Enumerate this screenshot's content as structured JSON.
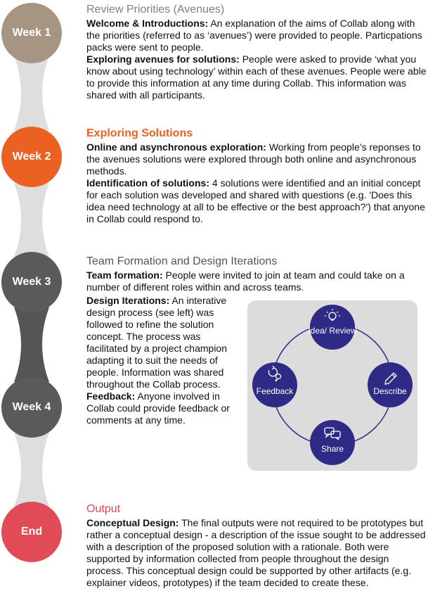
{
  "colors": {
    "week1": "#a79584",
    "week2": "#eb6124",
    "week3": "#5a5a5a",
    "week4": "#5a5a5a",
    "end": "#e14a57",
    "connector_light": "#dedede",
    "connector_dark": "#555555",
    "title_gray": "#808080",
    "title_orange": "#eb6124",
    "title_red": "#e14a57",
    "cycle_bg": "#dcdcdc",
    "cycle_node": "#2e2a86"
  },
  "weeks": [
    {
      "label": "Week 1"
    },
    {
      "label": "Week 2"
    },
    {
      "label": "Week 3"
    },
    {
      "label": "Week 4"
    },
    {
      "label": "End"
    }
  ],
  "sections": {
    "s1": {
      "title": "Review Priorities (Avenues)",
      "p1_bold": "Welcome & Introductions:",
      "p1_text": " An explanation of the aims of Collab along with the priorities (referred to as ‘avenues’) were provided to people. Particpations packs were sent to people.",
      "p2_bold": "Exploring avenues for solutions:",
      "p2_text": " People were asked to provide ‘what you know about using technology’ within each of these avenues. People were able to provide this information at any time during Collab. This information was shared with all participants."
    },
    "s2": {
      "title": "Exploring Solutions",
      "p1_bold": "Online and asynchronous exploration:",
      "p1_text": " Working from people’s reponses to the avenues solutions were explored through both online and asynchronous methods.",
      "p2_bold": "Identification of solutions:",
      "p2_text": " 4 solutions were identified and an initial concept for each solution was developed and shared with questions (e.g. 'Does this idea need technology at all to be effective or the best approach?') that anyone in Collab could respond to."
    },
    "s3": {
      "title": "Team Formation and Design Iterations",
      "p1_bold": "Team formation:",
      "p1_text": " People were invited to join at team and could take on a number of different roles within and across teams.",
      "p2_bold": "Design Iterations:",
      "p2_text": " An interative design process (see left) was followed to refine the solution concept. The process was facilitated by a project champion adapting it to suit the needs of people. Information was shared throughout the Collab process.",
      "p3_bold": "Feedback:",
      "p3_text": " Anyone involved in Collab could provide feedback or comments at any time."
    },
    "s4": {
      "title": "Output",
      "p1_bold": "Conceptual Design:",
      "p1_text": " The final outputs were not required to be prototypes but rather a conceptual design - a description of the issue sought to be addressed with a description of the proposed solution with a rationale. Both were supported by information collected from people throughout the design process. This conceptual design could be supported by other artifacts (e.g. explainer videos, prototypes) if the team decided to create these."
    }
  },
  "cycle": {
    "nodes": [
      {
        "label": "Idea/ Review",
        "icon": "lightbulb-icon"
      },
      {
        "label": "Describe",
        "icon": "pencil-icon"
      },
      {
        "label": "Share",
        "icon": "chat-bubbles-icon"
      },
      {
        "label": "Feedback",
        "icon": "refresh-feedback-icon"
      }
    ]
  }
}
